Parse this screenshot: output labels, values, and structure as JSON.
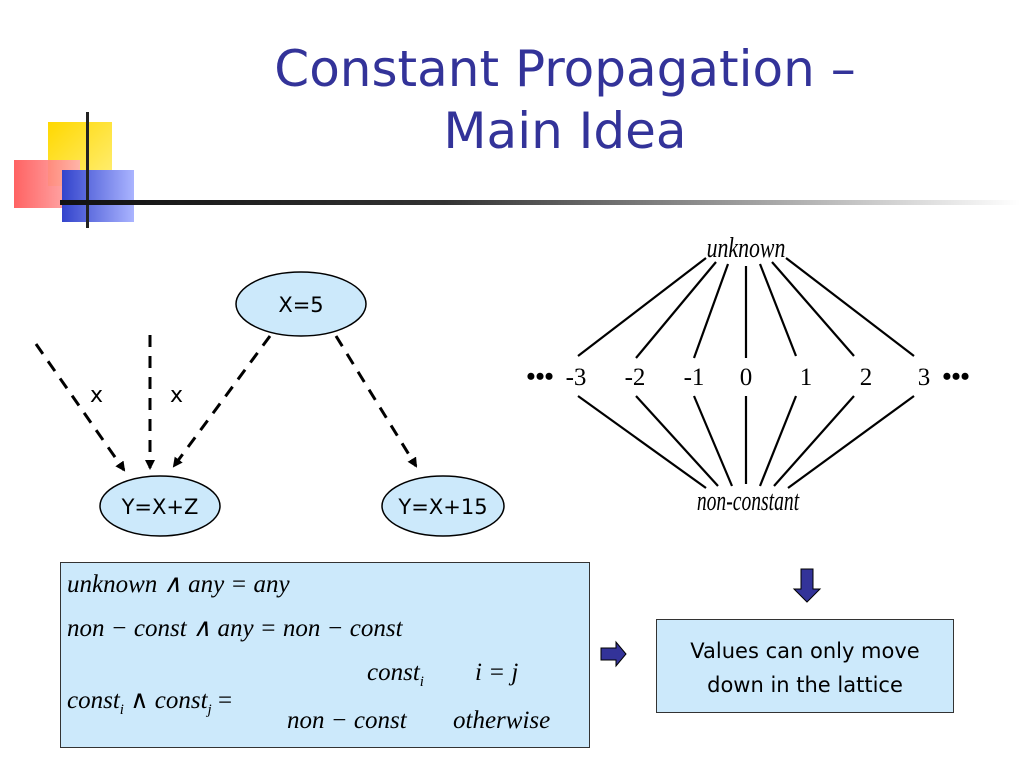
{
  "slide": {
    "title_line1": "Constant Propagation –",
    "title_line2": "Main Idea"
  },
  "flow": {
    "nodes": {
      "source": "X=5",
      "left": "Y=X+Z",
      "right": "Y=X+15"
    },
    "edge_labels": [
      "x",
      "x"
    ]
  },
  "lattice": {
    "top": "unknown",
    "bottom": "non-constant",
    "values": [
      "-3",
      "-2",
      "-1",
      "0",
      "1",
      "2",
      "3"
    ],
    "ellipsis": "•••"
  },
  "rules": {
    "line1": "unknown ∧ any = any",
    "line2": "non − const ∧ any = non − const",
    "line3_lhs": "const",
    "sub_i": "i",
    "sub_j": "j",
    "and": "∧",
    "equals": "=",
    "case1_value": "const",
    "case1_cond": "i = j",
    "case2_value": "non − const",
    "case2_cond": "otherwise"
  },
  "note": {
    "line1": "Values can only move",
    "line2": "down in the lattice"
  },
  "colors": {
    "title": "#333399",
    "box_fill": "#cce9fb",
    "node_fill": "#cce9fb",
    "arrow": "#333399"
  }
}
